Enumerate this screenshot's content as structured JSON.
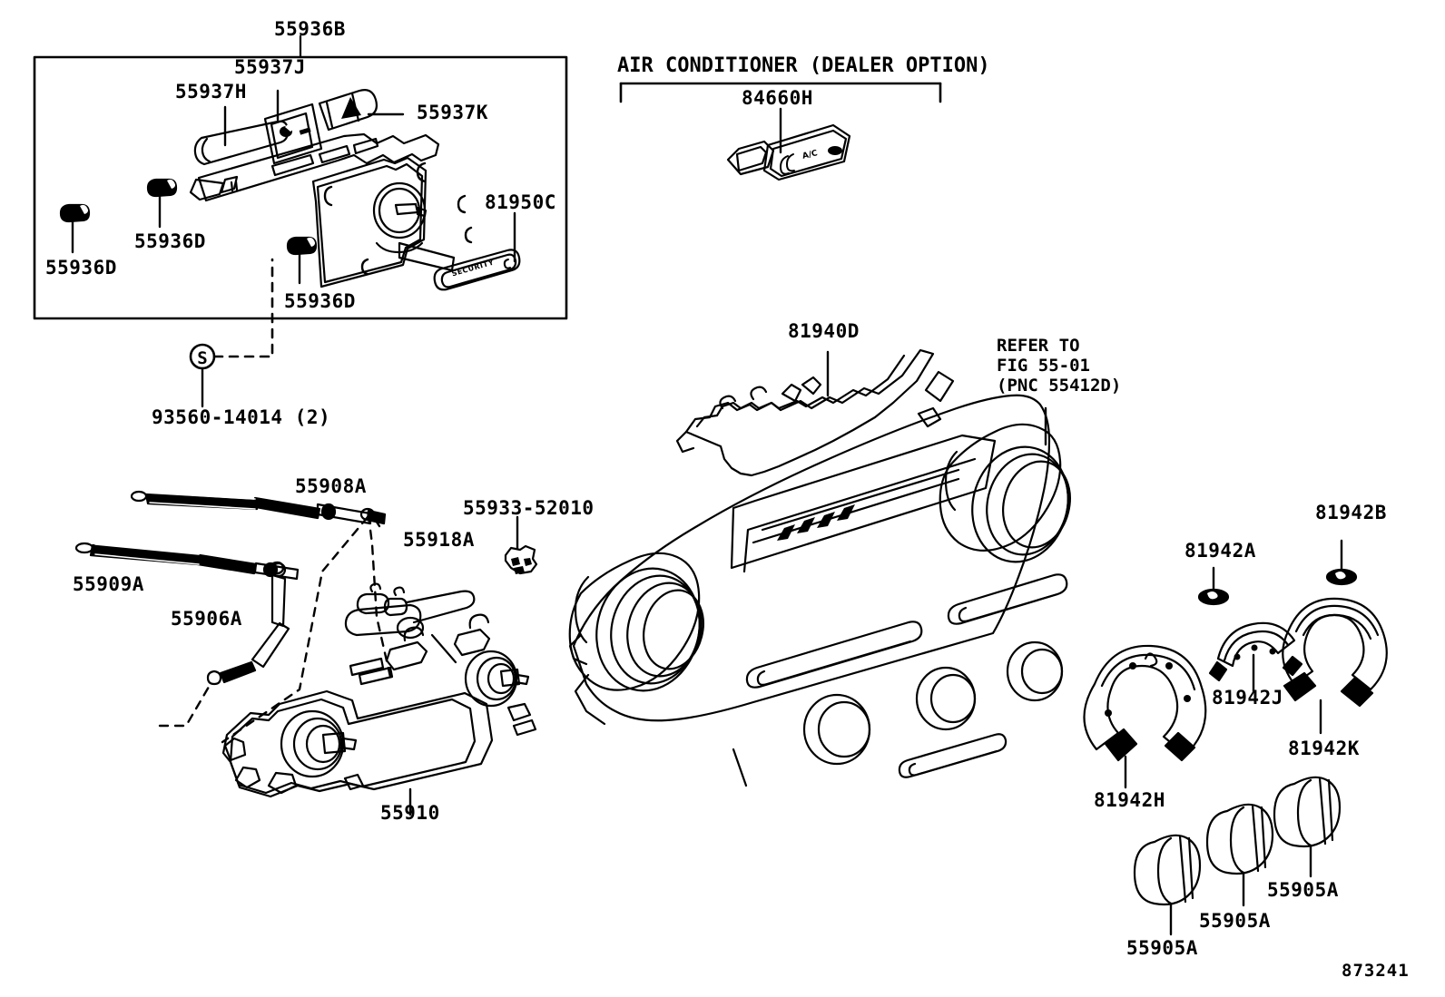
{
  "diagram": {
    "figure_number": "873241",
    "section_header": "AIR CONDITIONER (DEALER OPTION)",
    "refer_note": "REFER TO\nFIG 55-01\n(PNC 55412D)",
    "security_badge_text": "SECURITY",
    "ac_button_text": "A/C",
    "fastener_symbol": "S"
  },
  "parts": {
    "combination_switch_assy": "55936B",
    "wiper_switch_lever": "55937H",
    "wiper_switch_knob_j": "55937J",
    "wiper_switch_knob_k": "55937K",
    "clip_1": "55936D",
    "clip_2": "55936D",
    "clip_3": "55936D",
    "security_indicator": "81950C",
    "screw": "93560-14014 (2)",
    "ac_switch": "84660H",
    "wiper_arm_rh": "55908A",
    "wiper_arm_lh": "55909A",
    "wiper_link_rod": "55906A",
    "washer_nozzle": "55918A",
    "nozzle_clip": "55933-52010",
    "wiper_motor_assy": "55910",
    "instrument_harness": "81940D",
    "bulb_a": "81942A",
    "bulb_b": "81942B",
    "lens_j": "81942J",
    "lens_h": "81942H",
    "lens_k": "81942K",
    "knob_1": "55905A",
    "knob_2": "55905A",
    "knob_3": "55905A"
  }
}
